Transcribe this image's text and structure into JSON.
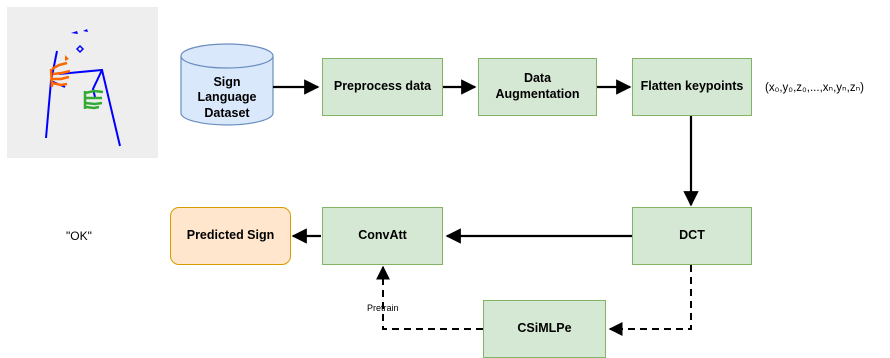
{
  "nodes": {
    "dataset": "Sign Language Dataset",
    "preprocess": "Preprocess data",
    "augmentation": "Data Augmentation",
    "flatten": "Flatten keypoints",
    "dct": "DCT",
    "convatt": "ConvAtt",
    "predicted": "Predicted Sign",
    "csimlpe": "CSiMLPe"
  },
  "labels": {
    "vector": "(x₀,y₀,z₀,...,xₙ,yₙ,zₙ)",
    "output": "\"OK\"",
    "pretrain": "Pretrain"
  },
  "colors": {
    "process_fill": "#d5e8d4",
    "process_border": "#82b366",
    "output_fill": "#ffe6cc",
    "output_border": "#d79b00",
    "dataset_fill": "#dae8fc",
    "dataset_border": "#6c8ebf",
    "skeleton_body": "#0000ff",
    "skeleton_hand_left": "#ff6600",
    "skeleton_hand_right": "#33aa33"
  },
  "icons": {
    "pose": "skeleton-keypoints-image"
  }
}
